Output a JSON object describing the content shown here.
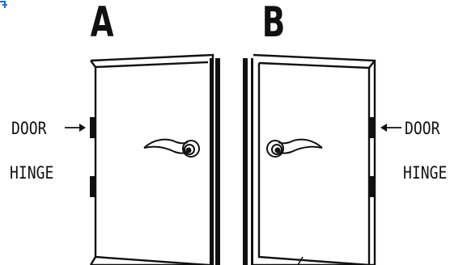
{
  "panels": [
    {
      "id": "A",
      "letter": "A",
      "label_door": "DOOR",
      "label_hinge": "HINGE",
      "arrow_direction": "right"
    },
    {
      "id": "B",
      "letter": "B",
      "label_door": "DOOR",
      "label_hinge": "HINGE",
      "arrow_direction": "left"
    }
  ],
  "colors": {
    "ink": "#111111",
    "accent": "#1e6fd9",
    "background": "#ffffff"
  }
}
